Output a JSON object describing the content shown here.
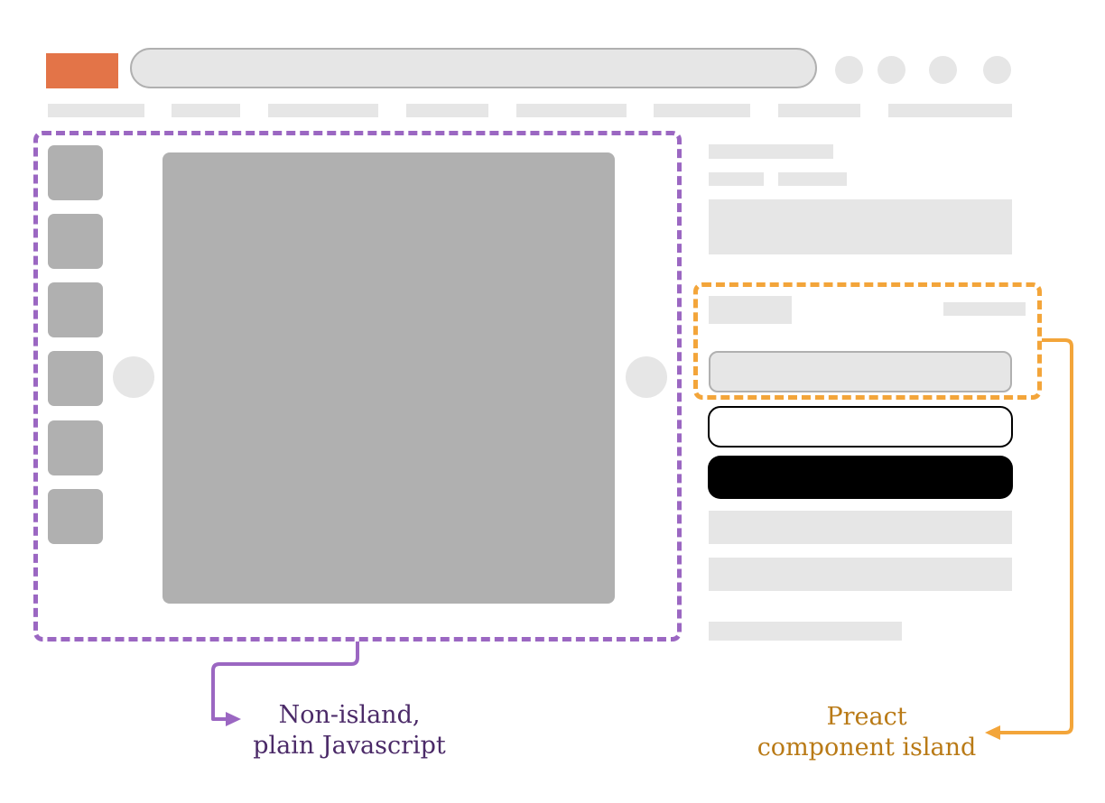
{
  "callouts": {
    "non_island": {
      "line1": "Non-island,",
      "line2": "plain Javascript"
    },
    "island": {
      "line1": "Preact",
      "line2": "component island"
    }
  },
  "colors": {
    "brand_logo": "#e37448",
    "placeholder_light": "#e6e6e6",
    "placeholder_dark": "#b0b0b0",
    "non_island_outline": "#9b67c2",
    "non_island_text": "#4b2a68",
    "island_outline": "#f3a53a",
    "island_text": "#b97a16",
    "primary_button": "#000000"
  },
  "icons": {
    "header": [
      "header-icon-1",
      "header-icon-2",
      "header-icon-3",
      "header-icon-4"
    ],
    "carousel": [
      "carousel-prev-icon",
      "carousel-next-icon"
    ]
  }
}
